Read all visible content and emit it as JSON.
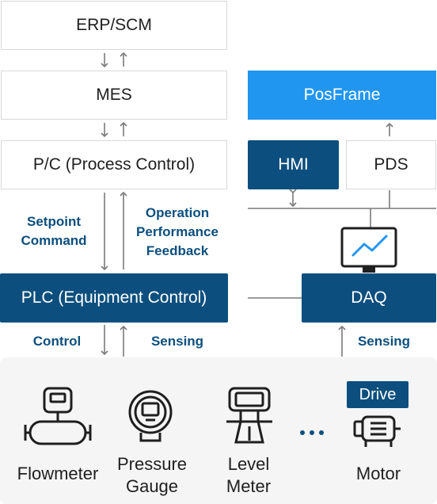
{
  "layers": {
    "erp": "ERP/SCM",
    "mes": "MES",
    "pc": "P/C (Process Control)",
    "plc": "PLC (Equipment Control)"
  },
  "right_stack": {
    "posframe": "PosFrame",
    "hmi": "HMI",
    "pds": "PDS",
    "daq": "DAQ"
  },
  "arrow_labels": {
    "setpoint": [
      "Setpoint",
      "Command"
    ],
    "feedback": [
      "Operation",
      "Performance",
      "Feedback"
    ],
    "control": "Control",
    "sensing_left": "Sensing",
    "sensing_right": "Sensing"
  },
  "devices": {
    "flowmeter": "Flowmeter",
    "pressure_gauge": [
      "Pressure",
      "Gauge"
    ],
    "level_meter": [
      "Level",
      "Meter"
    ],
    "ellipsis": "•••",
    "drive": "Drive",
    "motor": "Motor"
  },
  "icons": [
    "flowmeter-icon",
    "pressure-gauge-icon",
    "level-meter-icon",
    "motor-icon",
    "monitor-chart-icon"
  ],
  "colors": {
    "navy": "#0c4f7e",
    "sky": "#2196f0",
    "arrow": "#7a7a7a",
    "panel": "#f5f5f5"
  }
}
